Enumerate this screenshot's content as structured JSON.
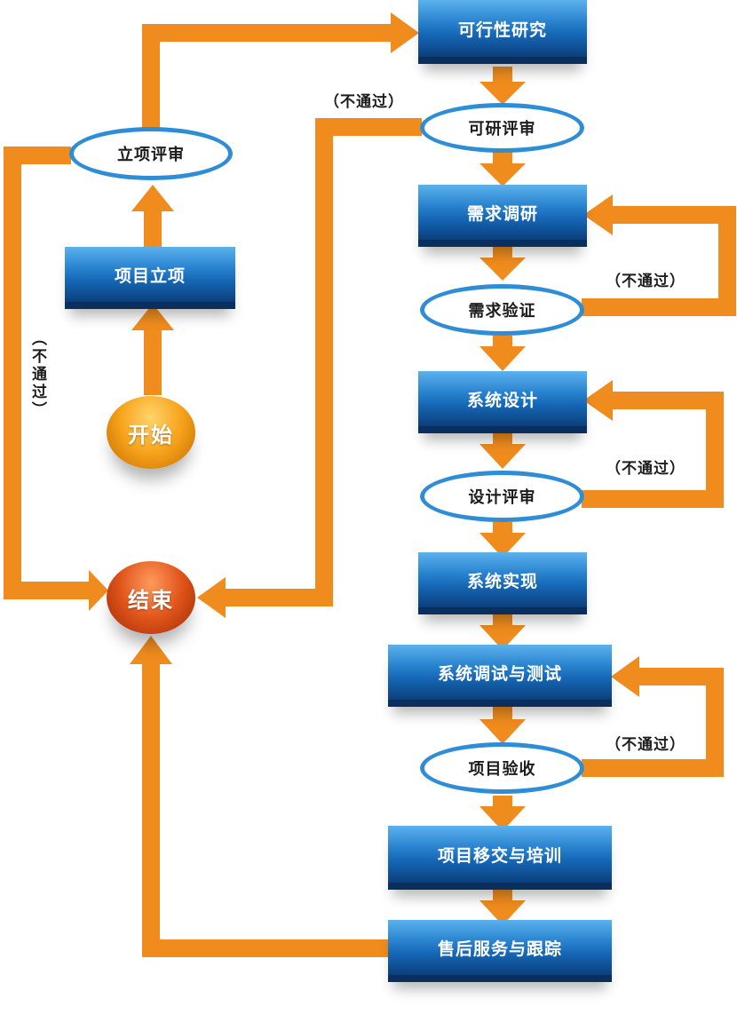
{
  "nodes": {
    "start": "开始",
    "project_initiation": "项目立项",
    "initiation_review": "立项评审",
    "feasibility_study": "可行性研究",
    "feasibility_review": "可研评审",
    "requirements_research": "需求调研",
    "requirements_validation": "需求验证",
    "system_design": "系统设计",
    "design_review": "设计评审",
    "system_implementation": "系统实现",
    "system_debug_test": "系统调试与测试",
    "project_acceptance": "项目验收",
    "handover_training": "项目移交与培训",
    "after_sales": "售后服务与跟踪",
    "end": "结束"
  },
  "labels": {
    "fail_left": "（不通过）",
    "fail_feasibility": "（不通过）",
    "fail_requirements": "（不通过）",
    "fail_design": "（不通过）",
    "fail_acceptance": "（不通过）"
  },
  "colors": {
    "arrow": "#f08c1e",
    "box_blue": "#1566b5",
    "oval_border": "#2f8dd6",
    "start": "#f6a21a",
    "end": "#e0541a"
  }
}
